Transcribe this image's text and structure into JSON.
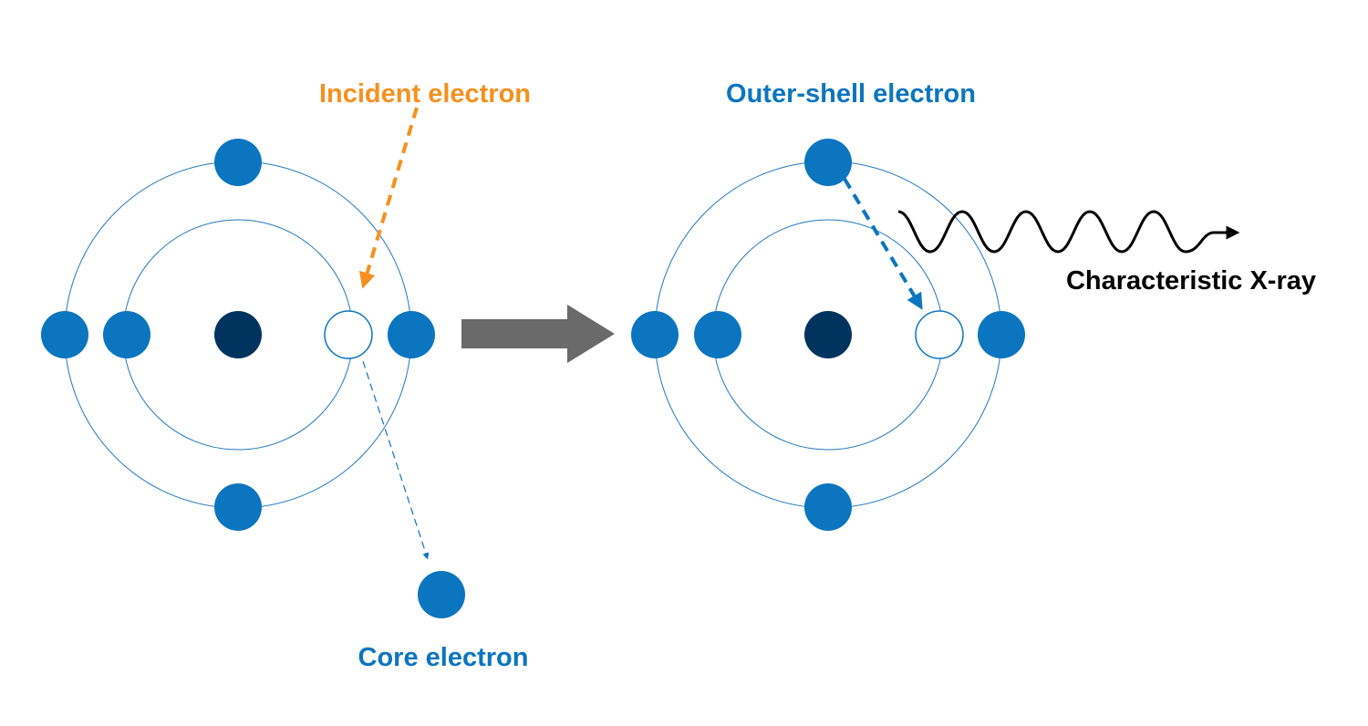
{
  "labels": {
    "incident": "Incident electron",
    "outer_shell": "Outer-shell electron",
    "core": "Core electron",
    "xray": "Characteristic X-ray"
  },
  "colors": {
    "electron": "#0b75bf",
    "nucleus": "#00345f",
    "orbit": "#1f77c0",
    "incident": "#f5901e",
    "process_arrow": "#6a6a6a",
    "xray": "#000000"
  }
}
